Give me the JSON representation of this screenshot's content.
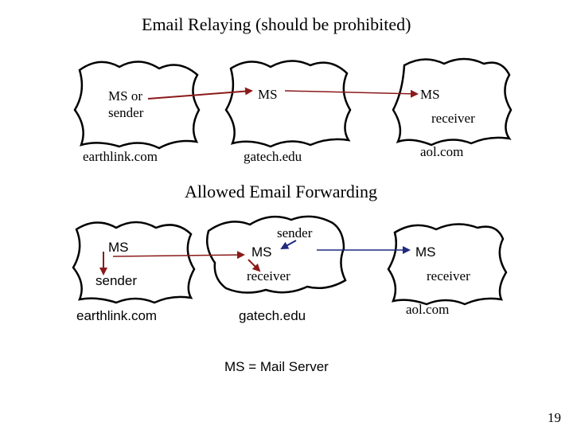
{
  "colors": {
    "relay_arrow": "#8b1a1a",
    "forward_arrow": "#1f2a80",
    "cloud_stroke": "#000000"
  },
  "relaying": {
    "title": "Email Relaying (should be prohibited)",
    "left_cloud": {
      "text_line1": "MS or",
      "text_line2": "sender",
      "domain": "earthlink.com"
    },
    "middle_cloud": {
      "server": "MS",
      "domain": "gatech.edu"
    },
    "right_cloud": {
      "server": "MS",
      "role": "receiver",
      "domain": "aol.com"
    }
  },
  "forwarding": {
    "title": "Allowed Email Forwarding",
    "left_cloud": {
      "server": "MS",
      "role": "sender",
      "domain": "earthlink.com"
    },
    "middle_cloud": {
      "server": "MS",
      "role_top": "sender",
      "role_bottom": "receiver",
      "domain": "gatech.edu"
    },
    "right_cloud": {
      "server": "MS",
      "role": "receiver",
      "domain": "aol.com"
    }
  },
  "legend": "MS = Mail Server",
  "page_number": "19"
}
